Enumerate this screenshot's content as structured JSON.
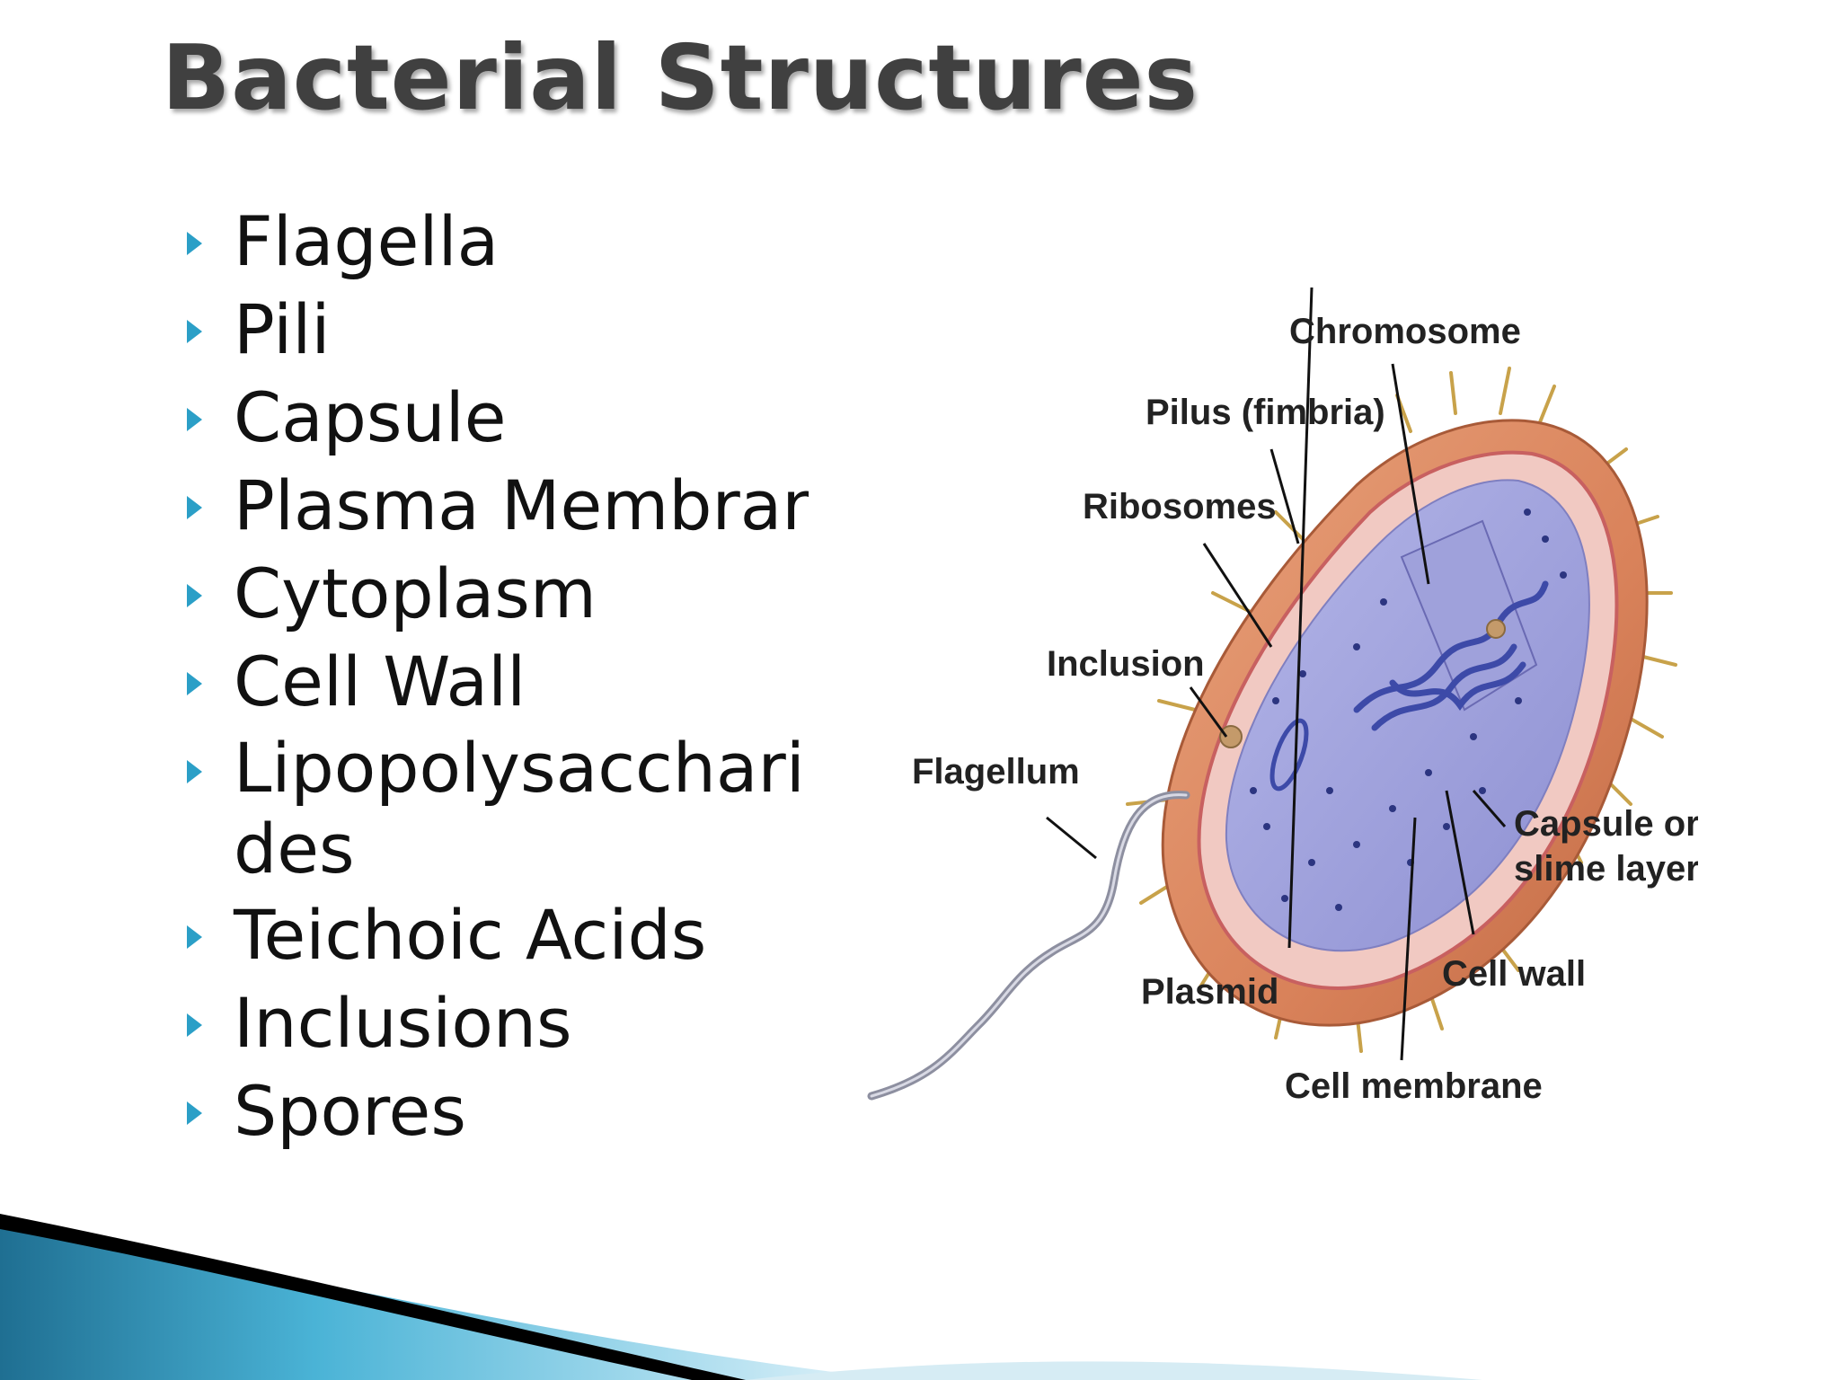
{
  "slide": {
    "title": "Bacterial Structures",
    "bullets": [
      "Flagella",
      "Pili",
      "Capsule",
      "Plasma Membrane",
      "Cytoplasm",
      "Cell Wall",
      "Lipopolysaccharides",
      "Teichoic Acids",
      "Inclusions",
      "Spores"
    ],
    "accent_color": "#2b9fc7"
  },
  "diagram": {
    "labels": {
      "chromosome": "Chromosome",
      "pilus": "Pilus (fimbria)",
      "ribosomes": "Ribosomes",
      "inclusion": "Inclusion",
      "flagellum": "Flagellum",
      "capsule_line1": "Capsule or",
      "capsule_line2": "slime layer",
      "cell_wall": "Cell wall",
      "plasmid": "Plasmid",
      "cell_membrane": "Cell membrane"
    }
  }
}
